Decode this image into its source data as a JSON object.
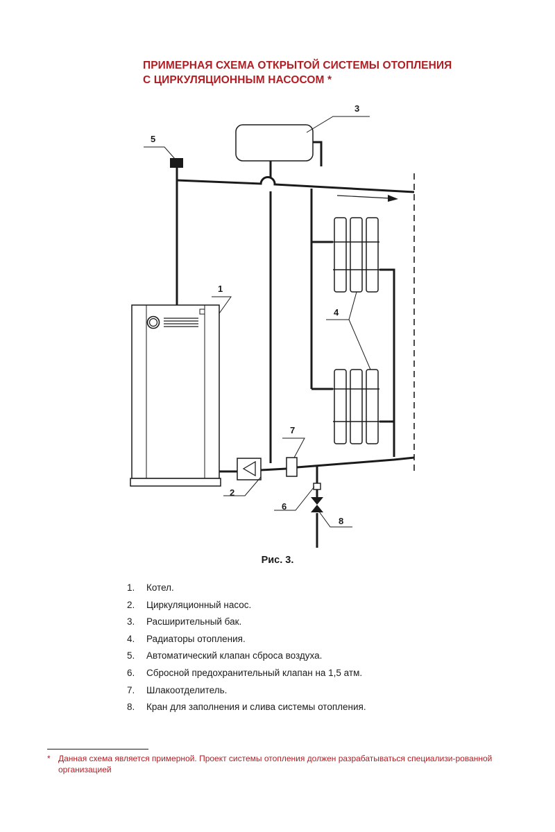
{
  "title": {
    "line1": "ПРИМЕРНАЯ СХЕМА ОТКРЫТОЙ СИСТЕМЫ ОТОПЛЕНИЯ",
    "line2": "С ЦИРКУЛЯЦИОННЫМ НАСОСОМ *"
  },
  "diagram": {
    "callouts": {
      "c1": "1",
      "c2": "2",
      "c3": "3",
      "c4": "4",
      "c5": "5",
      "c6": "6",
      "c7": "7",
      "c8": "8"
    }
  },
  "caption": "Рис. 3.",
  "legend": [
    {
      "num": "1.",
      "text": "Котел."
    },
    {
      "num": "2.",
      "text": "Циркуляционный насос."
    },
    {
      "num": "3.",
      "text": "Расширительный бак."
    },
    {
      "num": "4.",
      "text": "Радиаторы отопления."
    },
    {
      "num": "5.",
      "text": "Автоматический клапан сброса воздуха."
    },
    {
      "num": "6.",
      "text": "Сбросной предохранительный клапан на 1,5 атм."
    },
    {
      "num": "7.",
      "text": "Шлакоотделитель."
    },
    {
      "num": "8.",
      "text": "Кран для заполнения и слива системы отопления."
    }
  ],
  "footnote": {
    "marker": "*",
    "text": "Данная схема является примерной. Проект системы отопления должен разрабатываться специализи-рованной организацией"
  },
  "colors": {
    "accent": "#b01e24",
    "ink": "#1a1a1a",
    "fill": "#ffffff"
  }
}
